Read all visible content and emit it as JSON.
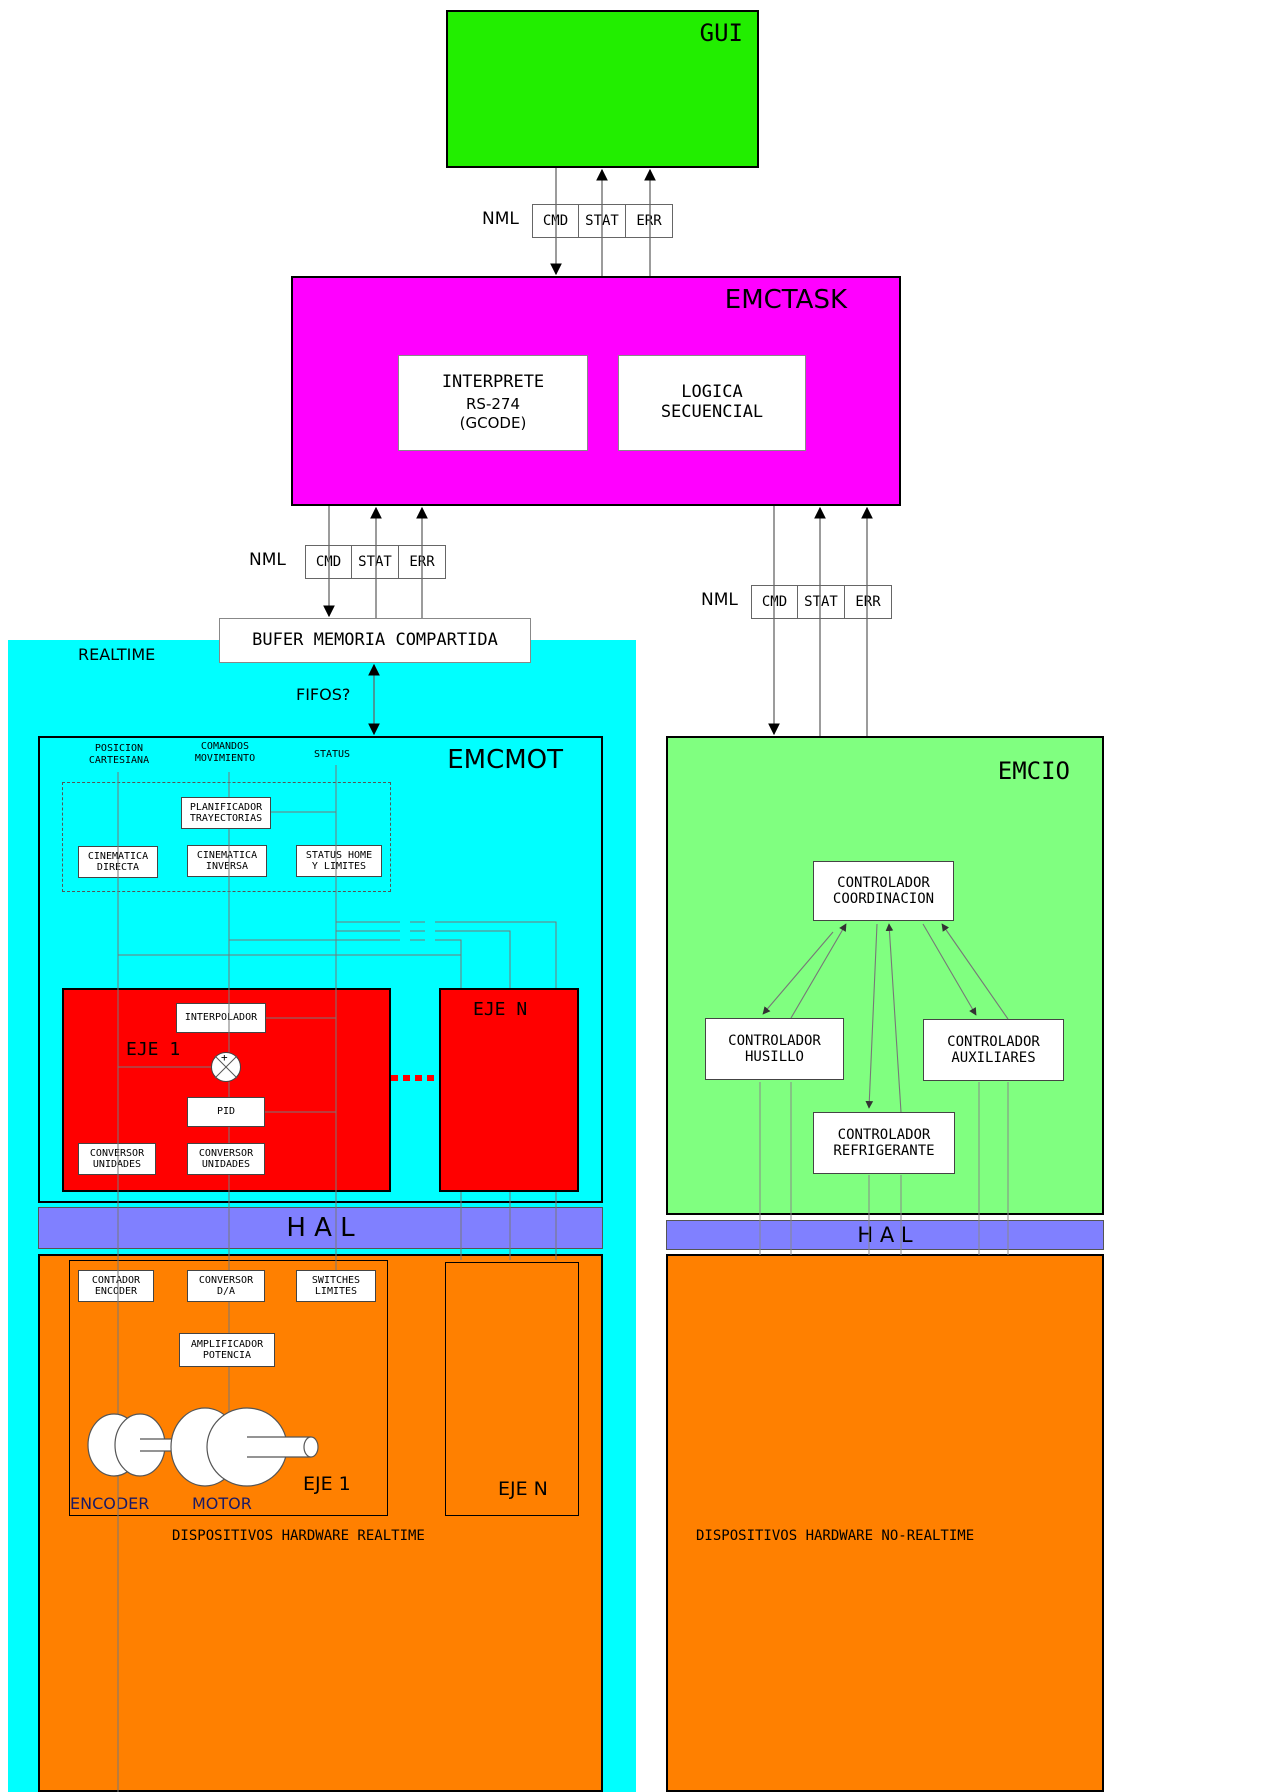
{
  "gui": {
    "title": "GUI",
    "color": "#22ee00"
  },
  "nml_label": "NML",
  "channels": [
    "CMD",
    "STAT",
    "ERR"
  ],
  "emctask": {
    "title": "EMCTASK",
    "color": "#ff00ff",
    "interpreter": {
      "line1": "INTERPRETE",
      "line2": "RS-274",
      "line3": "(GCODE)"
    },
    "logic": "LOGICA\nSECUENCIAL"
  },
  "shared_buffer": "BUFER MEMORIA COMPARTIDA",
  "realtime": {
    "label": "REALTIME",
    "color": "#00ffff"
  },
  "fifos": "FIFOS?",
  "emcmot": {
    "title": "EMCMOT",
    "col_pos": "POSICION\nCARTESIANA",
    "col_cmd": "COMANDOS\nMOVIMIENTO",
    "col_status": "STATUS",
    "planner": "PLANIFICADOR\nTRAYECTORIAS",
    "kin_direct": "CINEMATICA\nDIRECTA",
    "kin_inverse": "CINEMATICA\nINVERSA",
    "status_home": "STATUS HOME\nY LIMITES",
    "axis1": {
      "title": "EJE 1",
      "color": "#ff0000",
      "interpolator": "INTERPOLADOR",
      "sum_symbol": "+",
      "pid": "PID",
      "conv1": "CONVERSOR\nUNIDADES",
      "conv2": "CONVERSOR\nUNIDADES"
    },
    "axisN": {
      "title": "EJE N"
    }
  },
  "hal": {
    "label": "H A L",
    "color": "#8080ff"
  },
  "hw_rt": {
    "color": "#ff8000",
    "counter": "CONTADOR\nENCODER",
    "dac": "CONVERSOR\nD/A",
    "switches": "SWITCHES\nLIMITES",
    "amp": "AMPLIFICADOR\nPOTENCIA",
    "axis1": "EJE 1",
    "axisN": "EJE N",
    "encoder": "ENCODER",
    "motor": "MOTOR",
    "caption": "DISPOSITIVOS HARDWARE REALTIME"
  },
  "emcio": {
    "title": "EMCIO",
    "color": "#80ff80",
    "coord": "CONTROLADOR\nCOORDINACION",
    "spindle": "CONTROLADOR\nHUSILLO",
    "aux": "CONTROLADOR\nAUXILIARES",
    "coolant": "CONTROLADOR\nREFRIGERANTE"
  },
  "hw_nrt": {
    "caption": "DISPOSITIVOS HARDWARE NO-REALTIME"
  }
}
